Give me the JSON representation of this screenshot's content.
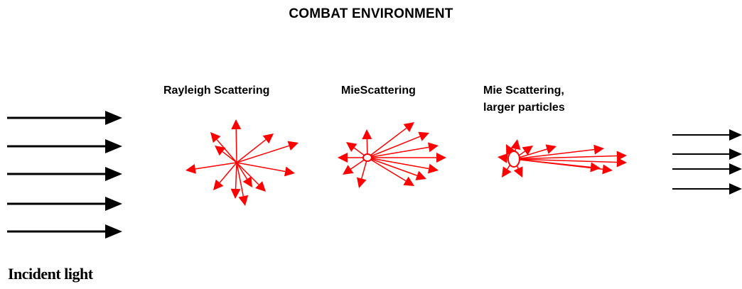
{
  "title": "COMBAT ENVIRONMENT",
  "labels": {
    "rayleigh": "Rayleigh Scattering",
    "mie": "MieScattering",
    "mie_large_line1": "Mie Scattering,",
    "mie_large_line2": "larger particles",
    "incident": "Incident light"
  },
  "colors": {
    "incident_arrows": "#000000",
    "scatter_arrows": "#ff0000"
  }
}
